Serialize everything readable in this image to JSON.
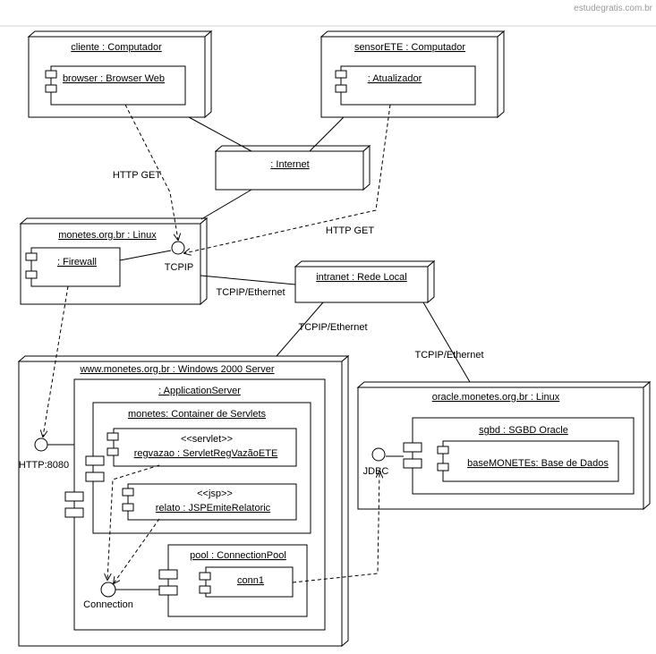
{
  "watermark": "estudegratis.com.br",
  "nodes": {
    "cliente": "cliente : Computador",
    "sensor": "sensorETE : Computador",
    "internet": ": Internet",
    "monetes": "monetes.org.br : Linux",
    "intranet": "intranet : Rede Local",
    "www": "www.monetes.org.br : Windows 2000 Server",
    "oracle": "oracle.monetes.org.br : Linux"
  },
  "components": {
    "browser": "browser : Browser Web",
    "atualizador": ": Atualizador",
    "firewall": ": Firewall",
    "appserver": ": ApplicationServer",
    "container": "monetes: Container de Servlets",
    "servlet_stereo": "<<servlet>>",
    "servlet": "regvazao : ServletRegVazãoETE",
    "jsp_stereo": "<<jsp>>",
    "jsp": "relato : JSPEmiteRelatoric",
    "pool": "pool : ConnectionPool",
    "conn": "conn1",
    "sgbd": "sgbd : SGBD Oracle",
    "base": "baseMONETEs: Base de Dados"
  },
  "interfaces": {
    "tcpip": "TCPIP",
    "http8080": "HTTP:8080",
    "connection": "Connection",
    "jdbc": "JDBC"
  },
  "edges": {
    "http_get_1": "HTTP GET",
    "http_get_2": "HTTP GET",
    "tcp_1": "TCPIP/Ethernet",
    "tcp_2": "TCPIP/Ethernet",
    "tcp_3": "TCPIP/Ethernet"
  }
}
